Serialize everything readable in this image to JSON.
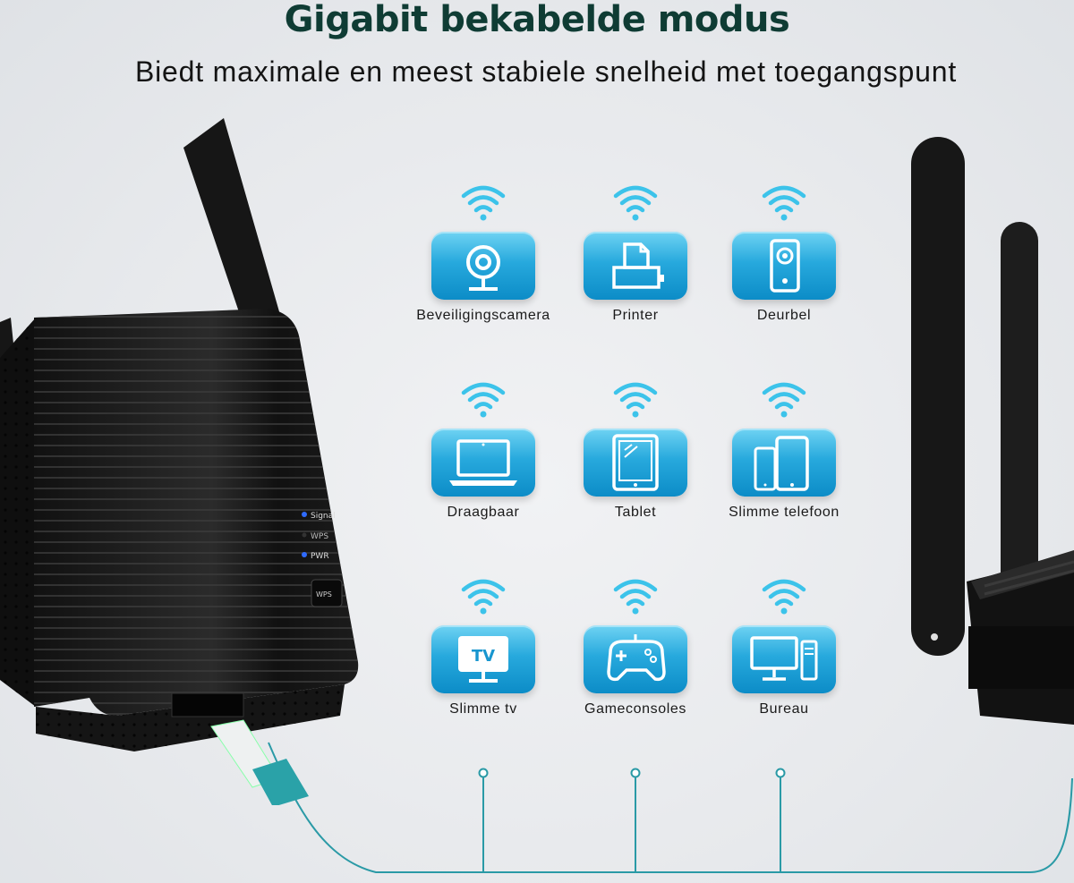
{
  "header": {
    "title": "Gigabit bekabelde modus",
    "subtitle": "Biedt maximale en meest stabiele snelheid met toegangspunt"
  },
  "extender": {
    "leds": [
      "Signal",
      "WPS",
      "PWR"
    ],
    "button_label": "WPS"
  },
  "devices": [
    {
      "label": "Beveiligingscamera",
      "icon": "camera-icon"
    },
    {
      "label": "Printer",
      "icon": "printer-icon"
    },
    {
      "label": "Deurbel",
      "icon": "doorbell-icon"
    },
    {
      "label": "Draagbaar",
      "icon": "laptop-icon"
    },
    {
      "label": "Tablet",
      "icon": "tablet-icon"
    },
    {
      "label": "Slimme telefoon",
      "icon": "smartphone-icon"
    },
    {
      "label": "Slimme tv",
      "icon": "tv-icon",
      "icon_text": "TV"
    },
    {
      "label": "Gameconsoles",
      "icon": "gamepad-icon"
    },
    {
      "label": "Bureau",
      "icon": "desktop-icon"
    }
  ],
  "colors": {
    "title": "#0f3c34",
    "tile_top": "#6fd3f3",
    "tile_bottom": "#0c8cc7",
    "wifi": "#3cc3ea",
    "cable": "#2a9aa6"
  }
}
